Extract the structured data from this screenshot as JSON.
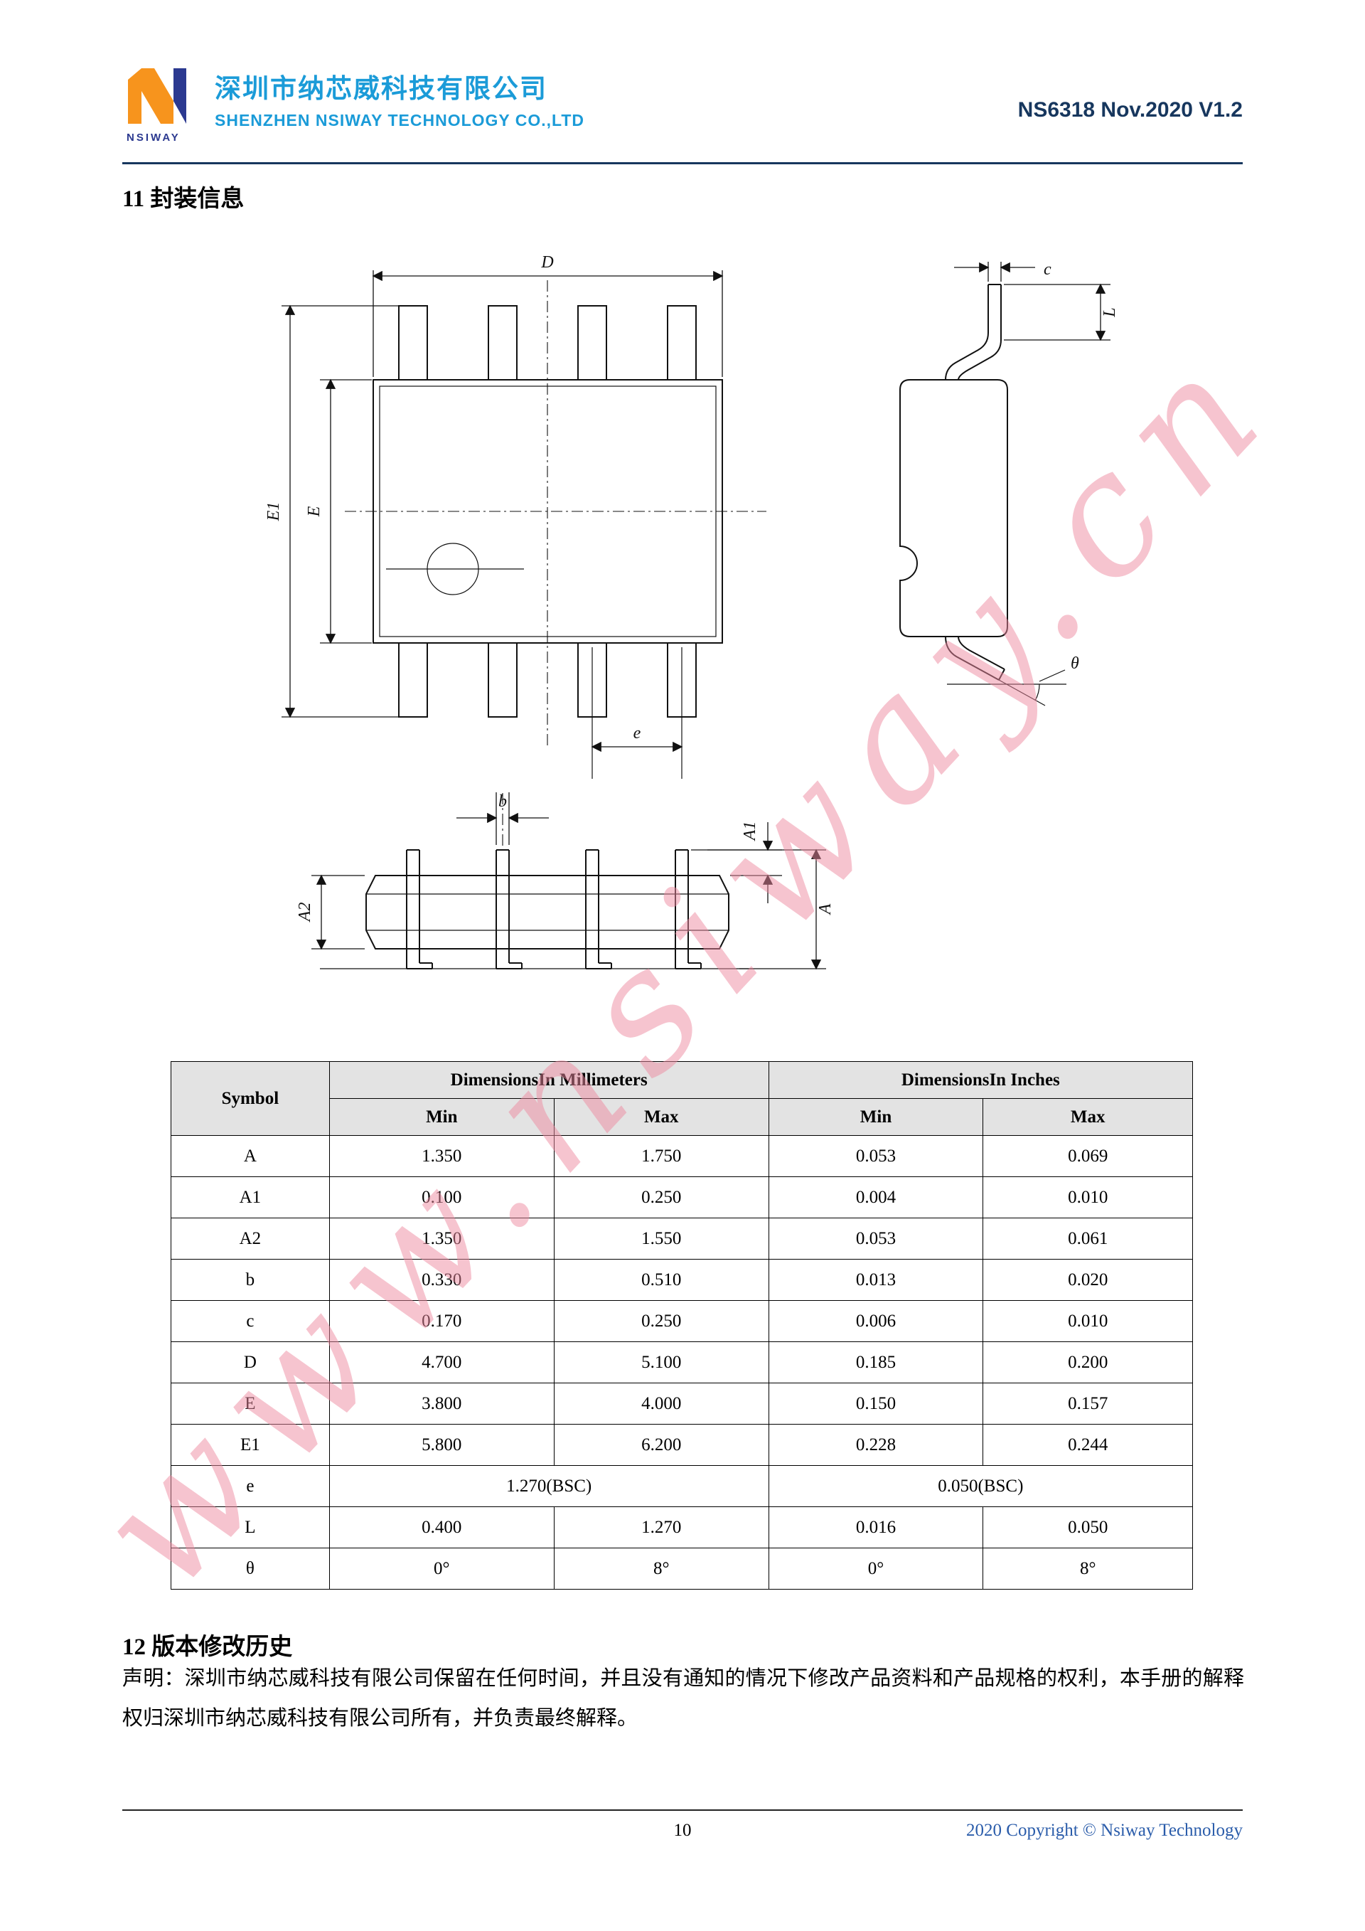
{
  "header": {
    "logo_text": "NSIWAY",
    "company_cn": "深圳市纳芯威科技有限公司",
    "company_en": "SHENZHEN NSIWAY TECHNOLOGY CO.,LTD",
    "doc_ref": "NS6318 Nov.2020 V1.2"
  },
  "watermark": {
    "text": "www.nsiway.cn"
  },
  "sections": {
    "package_title": "11 封装信息",
    "revision_title": "12 版本修改历史",
    "revision_body": "声明：深圳市纳芯威科技有限公司保留在任何时间，并且没有通知的情况下修改产品资料和产品规格的权利，本手册的解释权归深圳市纳芯威科技有限公司所有，并负责最终解释。"
  },
  "drawing_labels": {
    "D": "D",
    "E1": "E1",
    "E": "E",
    "e": "e",
    "c": "c",
    "L": "L",
    "theta": "θ",
    "b": "b",
    "A1": "A1",
    "A2": "A2",
    "A": "A"
  },
  "dim_table": {
    "col_symbol": "Symbol",
    "col_mm": "DimensionsIn Millimeters",
    "col_in": "DimensionsIn Inches",
    "col_min": "Min",
    "col_max": "Max",
    "rows": [
      {
        "symbol": "A",
        "mm_min": "1.350",
        "mm_max": "1.750",
        "in_min": "0.053",
        "in_max": "0.069"
      },
      {
        "symbol": "A1",
        "mm_min": "0.100",
        "mm_max": "0.250",
        "in_min": "0.004",
        "in_max": "0.010"
      },
      {
        "symbol": "A2",
        "mm_min": "1.350",
        "mm_max": "1.550",
        "in_min": "0.053",
        "in_max": "0.061"
      },
      {
        "symbol": "b",
        "mm_min": "0.330",
        "mm_max": "0.510",
        "in_min": "0.013",
        "in_max": "0.020"
      },
      {
        "symbol": "c",
        "mm_min": "0.170",
        "mm_max": "0.250",
        "in_min": "0.006",
        "in_max": "0.010"
      },
      {
        "symbol": "D",
        "mm_min": "4.700",
        "mm_max": "5.100",
        "in_min": "0.185",
        "in_max": "0.200"
      },
      {
        "symbol": "E",
        "mm_min": "3.800",
        "mm_max": "4.000",
        "in_min": "0.150",
        "in_max": "0.157"
      },
      {
        "symbol": "E1",
        "mm_min": "5.800",
        "mm_max": "6.200",
        "in_min": "0.228",
        "in_max": "0.244"
      },
      {
        "symbol": "e",
        "mm_span": "1.270(BSC)",
        "in_span": "0.050(BSC)"
      },
      {
        "symbol": "L",
        "mm_min": "0.400",
        "mm_max": "1.270",
        "in_min": "0.016",
        "in_max": "0.050"
      },
      {
        "symbol": "θ",
        "mm_min": "0°",
        "mm_max": "8°",
        "in_min": "0°",
        "in_max": "8°"
      }
    ]
  },
  "footer": {
    "page_number": "10",
    "copyright": "2020 Copyright © Nsiway Technology"
  },
  "colors": {
    "brand_blue": "#1b9bd8",
    "navy": "#17375e",
    "copyright_blue": "#2a5caa",
    "watermark_pink": "#ee8aa0",
    "table_header_bg": "#e3e3e3",
    "logo_orange": "#f7941d",
    "logo_blue": "#2b3990"
  }
}
